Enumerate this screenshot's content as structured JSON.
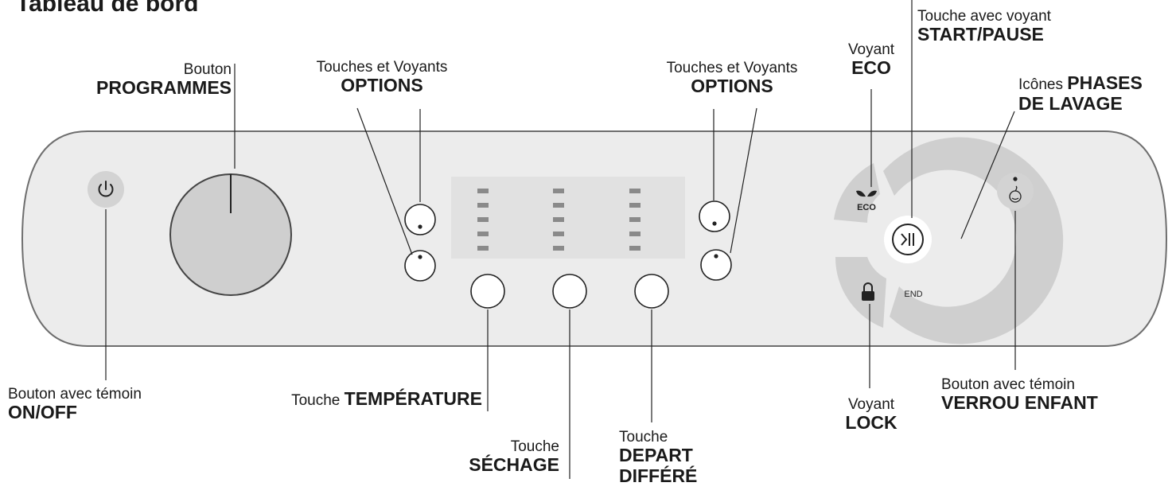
{
  "title": "Tableau de bord",
  "labels": {
    "programmes": {
      "line1": "Bouton",
      "line2": "PROGRAMMES"
    },
    "options_left": {
      "line1": "Touches et Voyants",
      "line2": "OPTIONS"
    },
    "options_right": {
      "line1": "Touches et Voyants",
      "line2": "OPTIONS"
    },
    "eco": {
      "line1": "Voyant",
      "line2": "ECO"
    },
    "start_pause": {
      "line1": "Touche avec voyant",
      "line2": "START/PAUSE"
    },
    "phases": {
      "line1a": "Icônes ",
      "line1b": "PHASES",
      "line2": "DE LAVAGE"
    },
    "on_off": {
      "line1": "Bouton avec témoin",
      "line2": "ON/OFF"
    },
    "temperature": {
      "line1a": "Touche ",
      "line1b": "TEMPÉRATURE"
    },
    "sechage": {
      "line1": "Touche",
      "line2": "SÉCHAGE"
    },
    "depart": {
      "line1": "Touche",
      "line2": "DEPART",
      "line3": "DIFFÉRÉ"
    },
    "lock": {
      "line1": "Voyant",
      "line2": "LOCK"
    },
    "child_lock": {
      "line1": "Bouton avec témoin",
      "line2": "VERROU ENFANT"
    }
  },
  "panel_icons": {
    "eco_text": "ECO",
    "end_text": "END",
    "power": "power-icon",
    "play_pause": "play-pause-icon",
    "lock": "lock-icon",
    "leaf": "leaf-icon",
    "child": "child-face-icon"
  },
  "colors": {
    "panel_fill": "#ececec",
    "panel_stroke": "#6e6e6e",
    "display_fill": "#e1e1e1",
    "segment": "#8a8a8a",
    "knob": "#cfcfcf",
    "ring": "#cecece",
    "ink": "#1a1a1a"
  }
}
